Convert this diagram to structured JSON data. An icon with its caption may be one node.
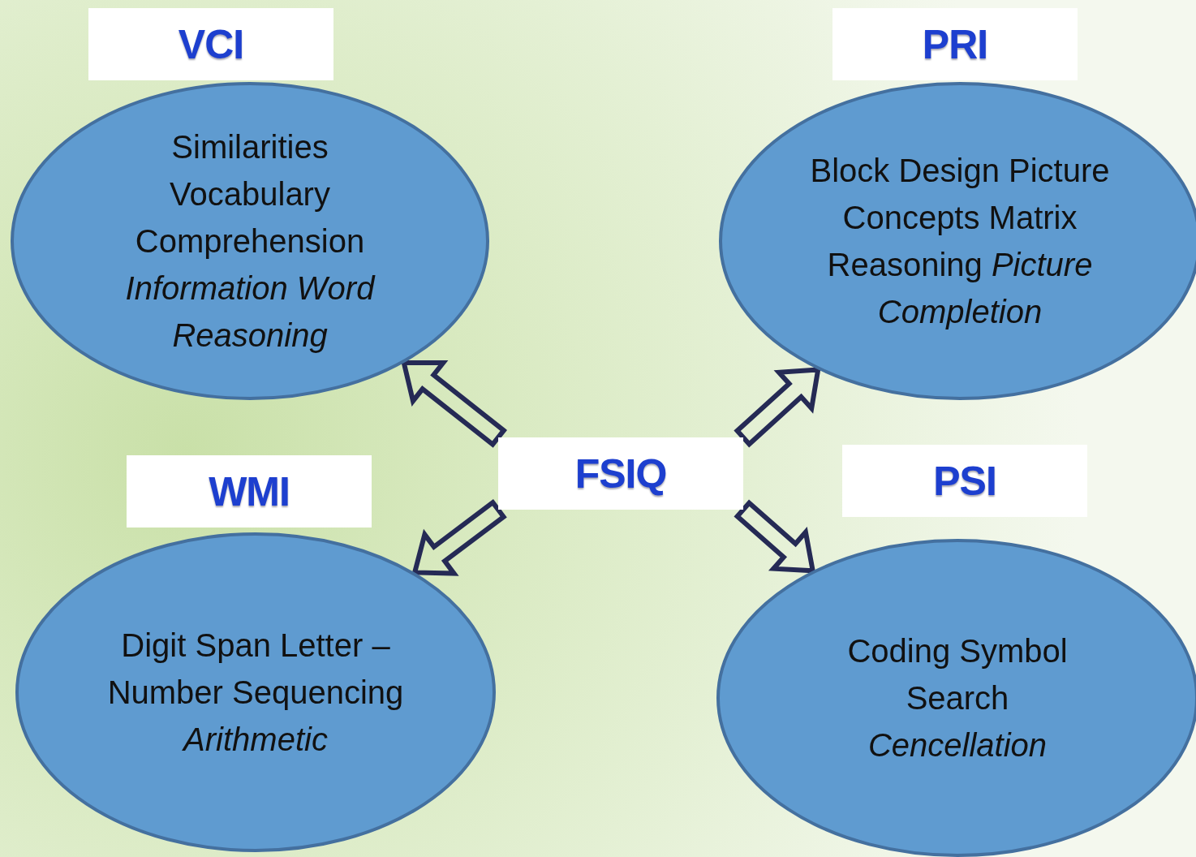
{
  "diagram": {
    "nodes": [
      {
        "text": [
          "VCI",
          "Similarities Vocabulary Comprehension *Information Word Reasoning*"
        ]
      },
      {
        "text": [
          "PRI",
          "Block Design Picture Concepts Matrix Reasoning *Picture Completion*"
        ]
      },
      {
        "text": [
          "FSIQ"
        ]
      },
      {
        "text": [
          "WMI",
          "Digit Span Letter – Number Sequencing *Arithmetic*"
        ]
      },
      {
        "text": [
          "PSI",
          "Coding Symbol Search *Cencellation*"
        ]
      }
    ],
    "edges": [
      {
        "from": 2,
        "to": 0,
        "arrow": "to"
      },
      {
        "from": 2,
        "to": 1,
        "arrow": "to"
      },
      {
        "from": 2,
        "to": 3,
        "arrow": "to"
      },
      {
        "from": 2,
        "to": 4,
        "arrow": "to"
      }
    ]
  }
}
